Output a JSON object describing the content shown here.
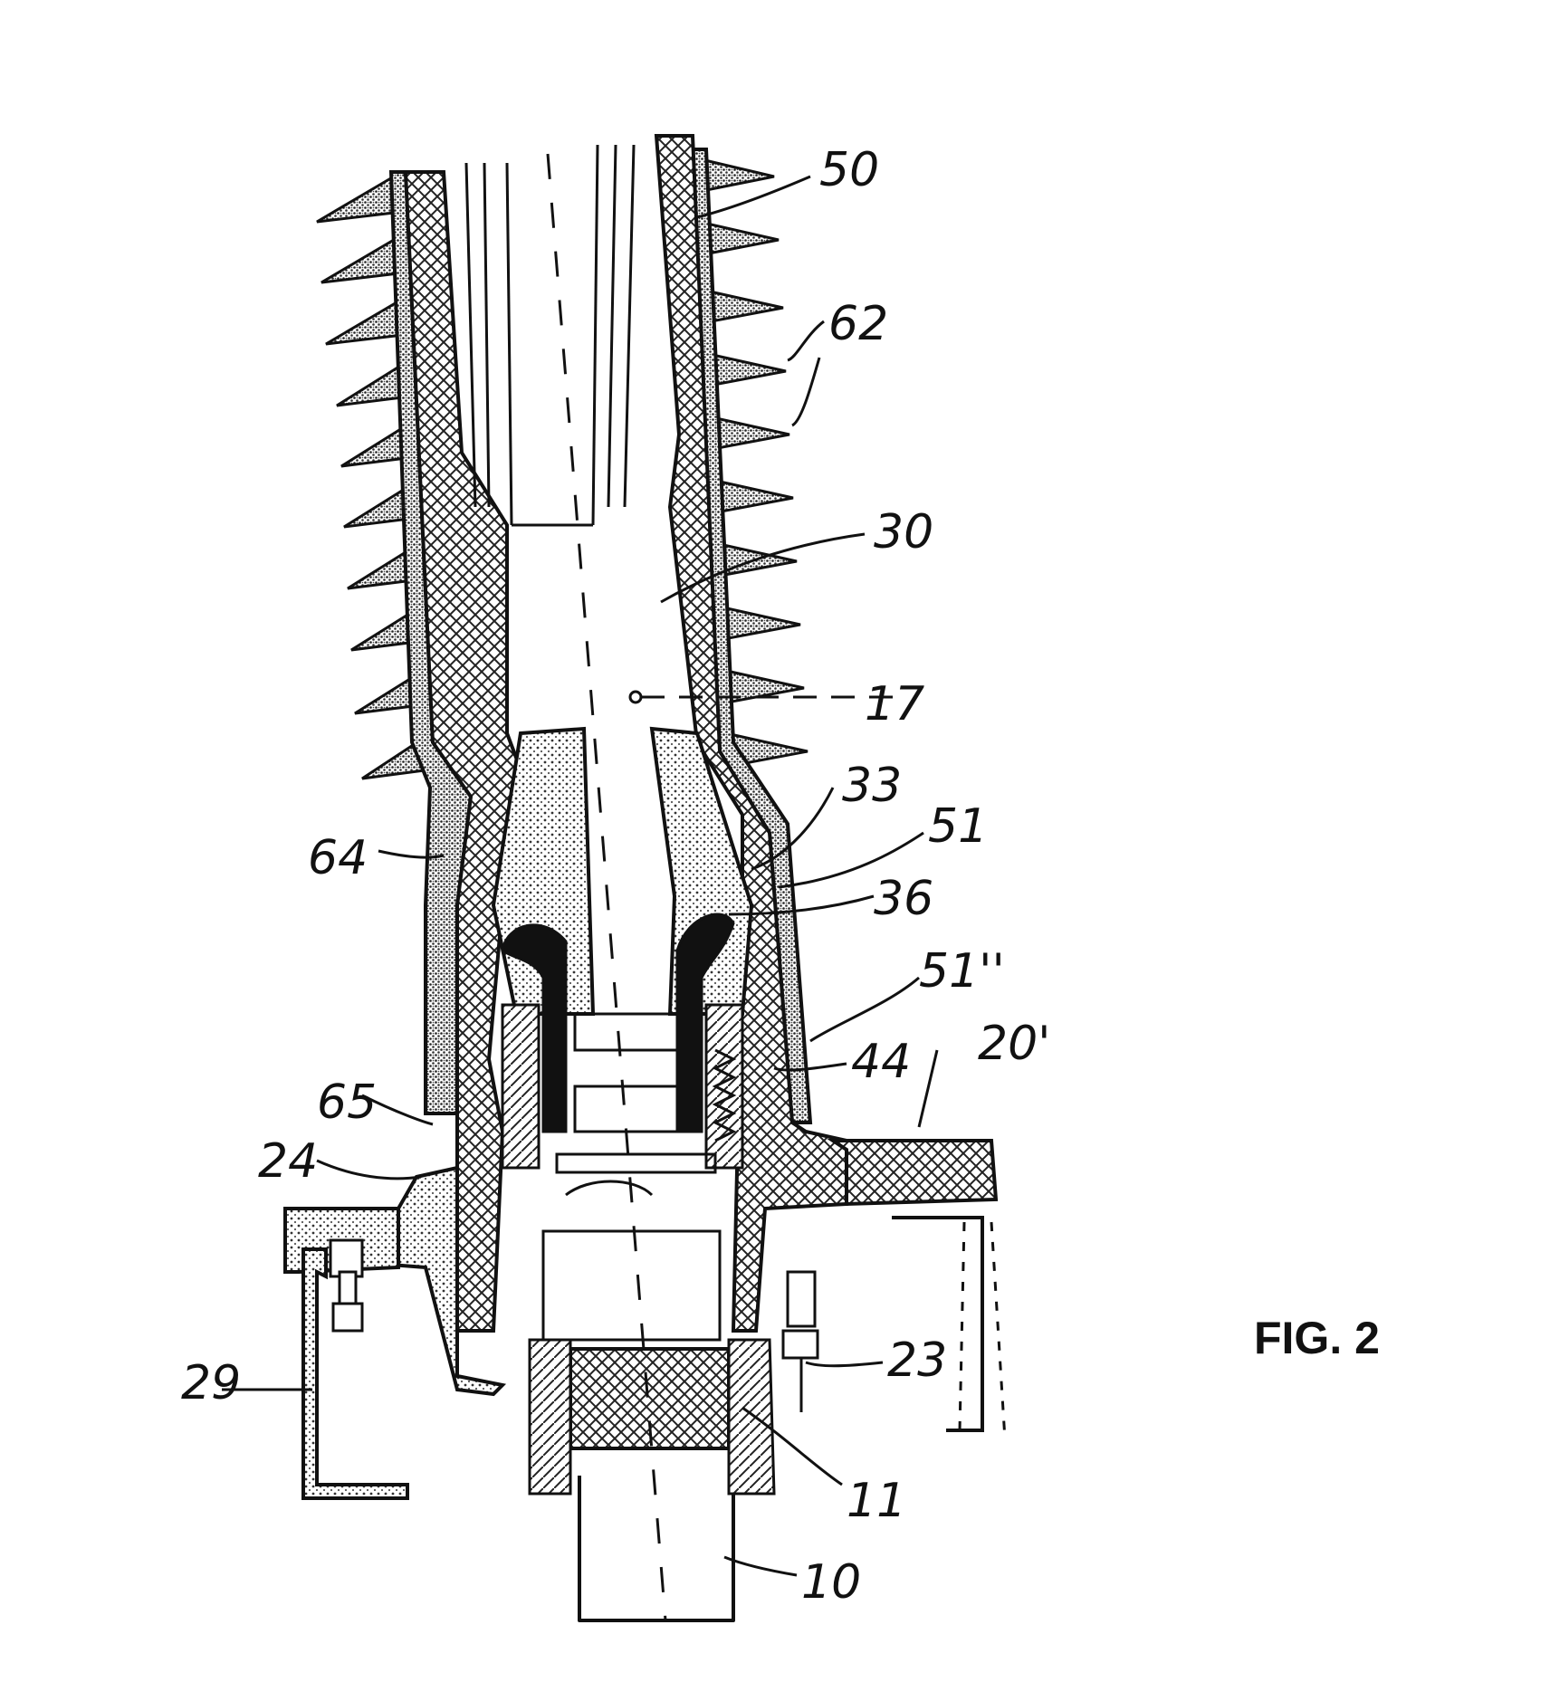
{
  "figure": {
    "title": "FIG. 2"
  },
  "labels": {
    "l50": "50",
    "l62": "62",
    "l30": "30",
    "l17": "17",
    "l33": "33",
    "l51": "51",
    "l36": "36",
    "l51pp": "51''",
    "l20p": "20'",
    "l44": "44",
    "l64": "64",
    "l65": "65",
    "l24": "24",
    "l23": "23",
    "l29": "29",
    "l11": "11",
    "l10": "10"
  }
}
